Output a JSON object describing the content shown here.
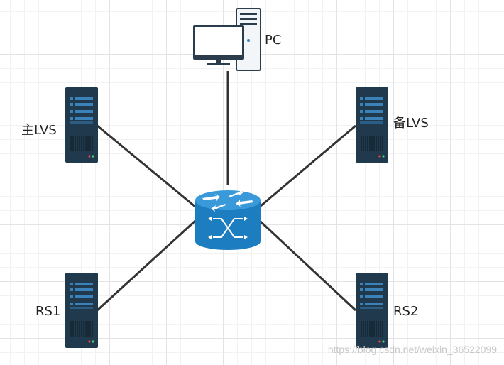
{
  "nodes": {
    "pc": {
      "label": "PC"
    },
    "master_lvs": {
      "label": "主LVS"
    },
    "backup_lvs": {
      "label": "备LVS"
    },
    "rs1": {
      "label": "RS1"
    },
    "rs2": {
      "label": "RS2"
    },
    "router": {
      "label": ""
    }
  },
  "edges": [
    {
      "from": "router",
      "to": "pc"
    },
    {
      "from": "router",
      "to": "master_lvs"
    },
    {
      "from": "router",
      "to": "backup_lvs"
    },
    {
      "from": "router",
      "to": "rs1"
    },
    {
      "from": "router",
      "to": "rs2"
    }
  ],
  "watermark": "https://blog.csdn.net/weixin_36522099",
  "colors": {
    "server_body": "#1f3a4d",
    "server_panel": "#3a82b8",
    "router": "#1c7ec1",
    "edge": "#333333",
    "monitor_frame": "#2b3c4c",
    "tower_fill": "#f3f6f8"
  }
}
